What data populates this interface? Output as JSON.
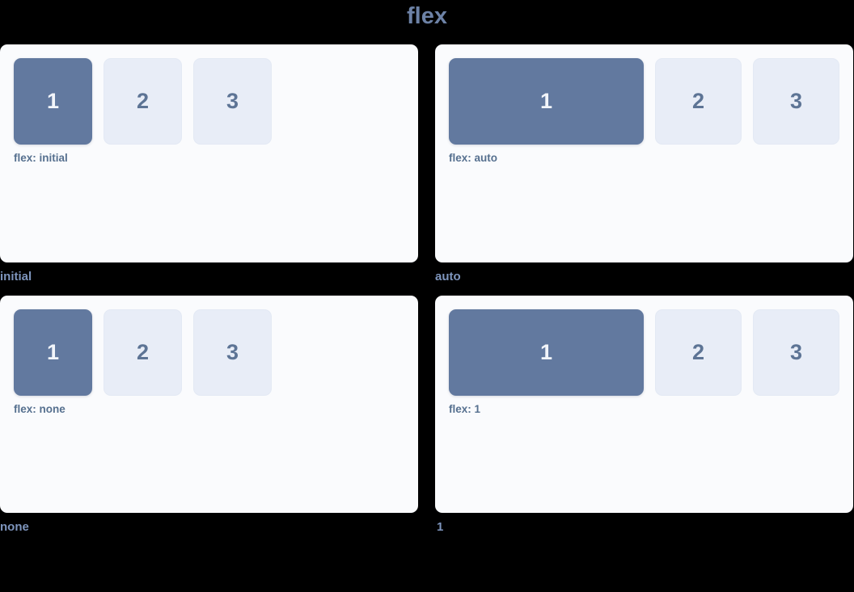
{
  "title": "flex",
  "colors": {
    "background": "#000000",
    "title": "#6d82a6",
    "card_bg": "#fafbfd",
    "item_active_bg": "#62799f",
    "item_active_text": "#f2f5fa",
    "item_idle_bg": "#e8edf7",
    "item_idle_text": "#5d7495",
    "note_text": "#56708f",
    "label_text": "#7e95bd"
  },
  "demos": [
    {
      "label": "initial",
      "note": "flex: initial",
      "items": [
        {
          "text": "1",
          "state": "active",
          "size": "basis"
        },
        {
          "text": "2",
          "state": "idle",
          "size": "basis"
        },
        {
          "text": "3",
          "state": "idle",
          "size": "basis"
        }
      ]
    },
    {
      "label": "auto",
      "note": "flex: auto",
      "items": [
        {
          "text": "1",
          "state": "active",
          "size": "grow"
        },
        {
          "text": "2",
          "state": "idle",
          "size": "fixed"
        },
        {
          "text": "3",
          "state": "idle",
          "size": "fixed"
        }
      ]
    },
    {
      "label": "none",
      "note": "flex: none",
      "items": [
        {
          "text": "1",
          "state": "active",
          "size": "basis"
        },
        {
          "text": "2",
          "state": "idle",
          "size": "basis"
        },
        {
          "text": "3",
          "state": "idle",
          "size": "basis"
        }
      ]
    },
    {
      "label": "1",
      "note": "flex: 1",
      "items": [
        {
          "text": "1",
          "state": "active",
          "size": "grow"
        },
        {
          "text": "2",
          "state": "idle",
          "size": "fixed"
        },
        {
          "text": "3",
          "state": "idle",
          "size": "fixed"
        }
      ]
    }
  ]
}
